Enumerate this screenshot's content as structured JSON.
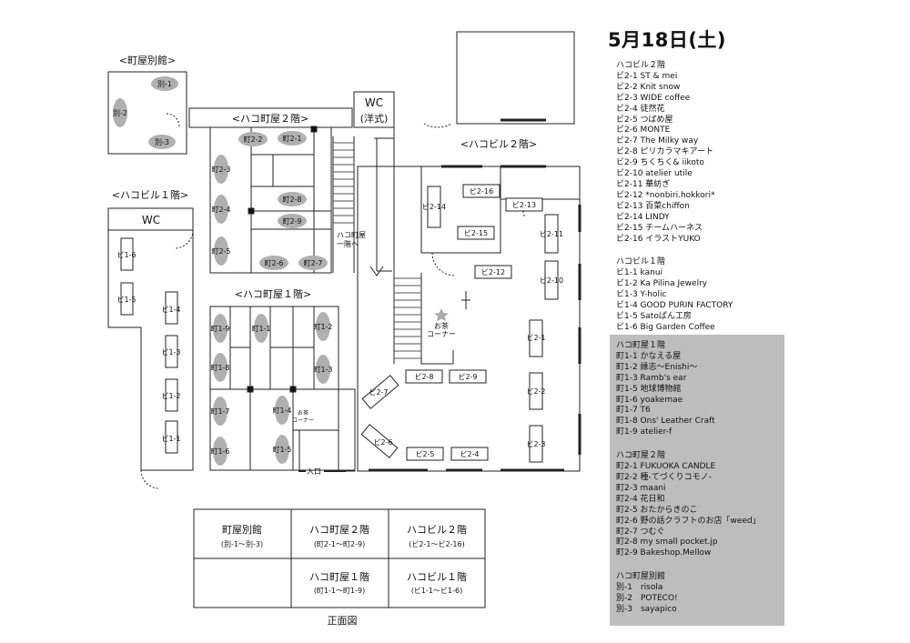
{
  "date_title": "5月18日(土)",
  "map_labels": {
    "machiya_bekkan": "<町屋別館>",
    "hako_machiya_2f": "<ハコ町屋２階>",
    "hako_machiya_1f": "<ハコ町屋１階>",
    "hako_biru_2f": "<ハコビル２階>",
    "hako_biru_1f": "<ハコビル１階>",
    "wc": "WC",
    "wc_western_1": "WC",
    "wc_western_2": "(洋式)",
    "machiya_down_1": "ハコ町屋",
    "machiya_down_2": "一階へ",
    "tea_corner_big_1": "お茶",
    "tea_corner_big_2": "コーナー",
    "tea_corner_small_1": "お茶",
    "tea_corner_small_2": "コーナー",
    "entrance": "入口",
    "front_view": "正面図"
  },
  "booths": {
    "betsu": [
      "別-1",
      "別-2",
      "別-3"
    ],
    "machi2": [
      "町2-1",
      "町2-2",
      "町2-3",
      "町2-4",
      "町2-5",
      "町2-6",
      "町2-7",
      "町2-8",
      "町2-9"
    ],
    "machi1": [
      "町1-1",
      "町1-2",
      "町1-3",
      "町1-4",
      "町1-5",
      "町1-6",
      "町1-7",
      "町1-8",
      "町1-9"
    ],
    "bi1": [
      "ビ1-1",
      "ビ1-2",
      "ビ1-3",
      "ビ1-4",
      "ビ1-5",
      "ビ1-6"
    ],
    "bi2": [
      "ビ2-1",
      "ビ2-2",
      "ビ2-3",
      "ビ2-4",
      "ビ2-5",
      "ビ2-6",
      "ビ2-7",
      "ビ2-8",
      "ビ2-9",
      "ビ2-10",
      "ビ2-11",
      "ビ2-12",
      "ビ2-13",
      "ビ2-14",
      "ビ2-15",
      "ビ2-16"
    ]
  },
  "front_diagram": {
    "cells": [
      {
        "title": "町屋別館",
        "sub": "(別-1～別-3)"
      },
      {
        "title": "ハコ町屋２階",
        "sub": "(町2-1～町2-9)"
      },
      {
        "title": "ハコビル２階",
        "sub": "(ビ2-1～ビ2-16)"
      },
      {
        "title": "",
        "sub": ""
      },
      {
        "title": "ハコ町屋１階",
        "sub": "(町1-1～町1-9)"
      },
      {
        "title": "ハコビル１階",
        "sub": "(ビ1-1～ビ1-6)"
      }
    ]
  },
  "legend": {
    "biru2": {
      "heading": "ハコビル２階",
      "items": [
        "ビ2-1 ST & mei",
        "ビ2-2 Knit snow",
        "ビ2-3 WIDE coffee",
        "ビ2-4 徒然花",
        "ビ2-5 つばめ屋",
        "ビ2-6 MONTE",
        "ビ2-7 The Milky way",
        "ビ2-8 ピリカラマキアート",
        "ビ2-9 ちくちく& iikoto",
        "ビ2-10 atelier utile",
        "ビ2-11 華紡ぎ",
        "ビ2-12 *nonbiri.hokkori*",
        "ビ2-13 百菜chiffon",
        "ビ2-14 LINDY",
        "ビ2-15 チームハーネス",
        "ビ2-16 イラストYUKO"
      ]
    },
    "biru1": {
      "heading": "ハコビル１階",
      "items": [
        "ビ1-1 kanui",
        "ビ1-2 Ka Pilina Jewelry",
        "ビ1-3 Y-holic",
        "ビ1-4 GOOD PURIN FACTORY",
        "ビ1-5 Satoぱん工房",
        "ビ1-6 Big Garden Coffee"
      ]
    },
    "machiya1": {
      "heading": "ハコ町屋１階",
      "items": [
        "町1-1 かなえる屋",
        "町1-2 縁志～Enishi～",
        "町1-3 Ramb's ear",
        "町1-5 地球博物館",
        "町1-6 yoakemae",
        "町1-7 T6",
        "町1-8 Ons' Leather Craft",
        "町1-9 atelier-f"
      ]
    },
    "machiya2": {
      "heading": "ハコ町屋２階",
      "items": [
        "町2-1 FUKUOKA CANDLE",
        "町2-2 種-てづくりコモノ-",
        "町2-3 maani",
        "町2-4 花日和",
        "町2-5 おたからきのこ",
        "町2-6 野の話クラフトのお店「weed」",
        "町2-7 つむぐ",
        "町2-8 my small pocket.jp",
        "町2-9 Bakeshop.Mellow"
      ]
    },
    "bekkan": {
      "heading": "ハコ町屋別館",
      "items": [
        "別-1　risola",
        "別-2　POTECO!",
        "別-3　sayapico"
      ]
    }
  }
}
